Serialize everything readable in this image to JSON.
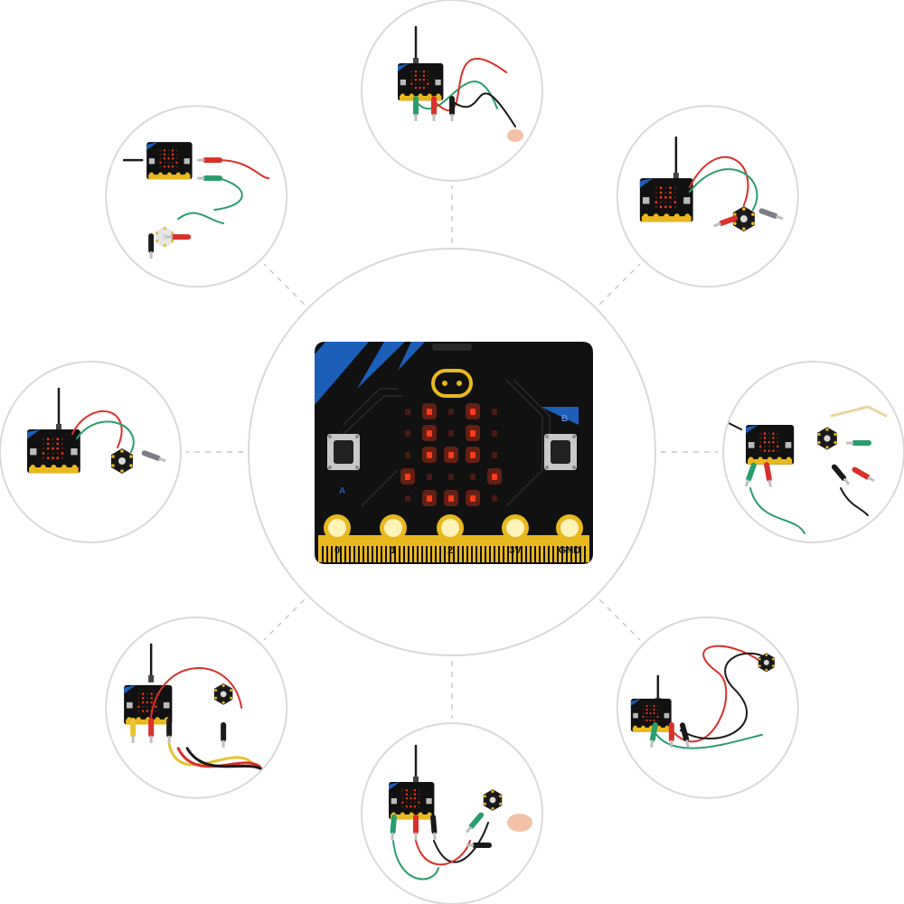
{
  "board": {
    "button_a_label": "A",
    "button_b_label": "B",
    "pins": [
      {
        "label": "0"
      },
      {
        "label": "1"
      },
      {
        "label": "2"
      },
      {
        "label": "3V"
      },
      {
        "label": "GND"
      }
    ],
    "led_matrix": [
      [
        0,
        1,
        0,
        1,
        0
      ],
      [
        0,
        1,
        0,
        1,
        0
      ],
      [
        0,
        1,
        1,
        1,
        0
      ],
      [
        1,
        0,
        0,
        0,
        1
      ],
      [
        0,
        1,
        1,
        1,
        0
      ]
    ]
  },
  "colors": {
    "board_black": "#111111",
    "board_blue": "#1b5fb8",
    "gold": "#e9b81e",
    "led_on": "#ff3b1a",
    "led_off": "#4a1a14",
    "circle_border": "#d9d9d9",
    "wire_red": "#d9302a",
    "wire_green": "#2a9d6e",
    "wire_black": "#1a1a1a",
    "wire_yellow": "#e7c331",
    "skin": "#f2c2a8",
    "connector": "#7a7f86"
  },
  "scenes": [
    {
      "id": "top",
      "icon": "board-with-crocodile-clips"
    },
    {
      "id": "top-right",
      "icon": "board-with-sensor-module"
    },
    {
      "id": "right",
      "icon": "board-with-clips-and-sensor"
    },
    {
      "id": "bottom-right",
      "icon": "board-with-long-wires"
    },
    {
      "id": "bottom",
      "icon": "board-with-finger-touch"
    },
    {
      "id": "bottom-left",
      "icon": "board-with-module-and-yellow-wires"
    },
    {
      "id": "left",
      "icon": "board-with-sensor-module"
    },
    {
      "id": "top-left",
      "icon": "board-with-led-module"
    }
  ]
}
